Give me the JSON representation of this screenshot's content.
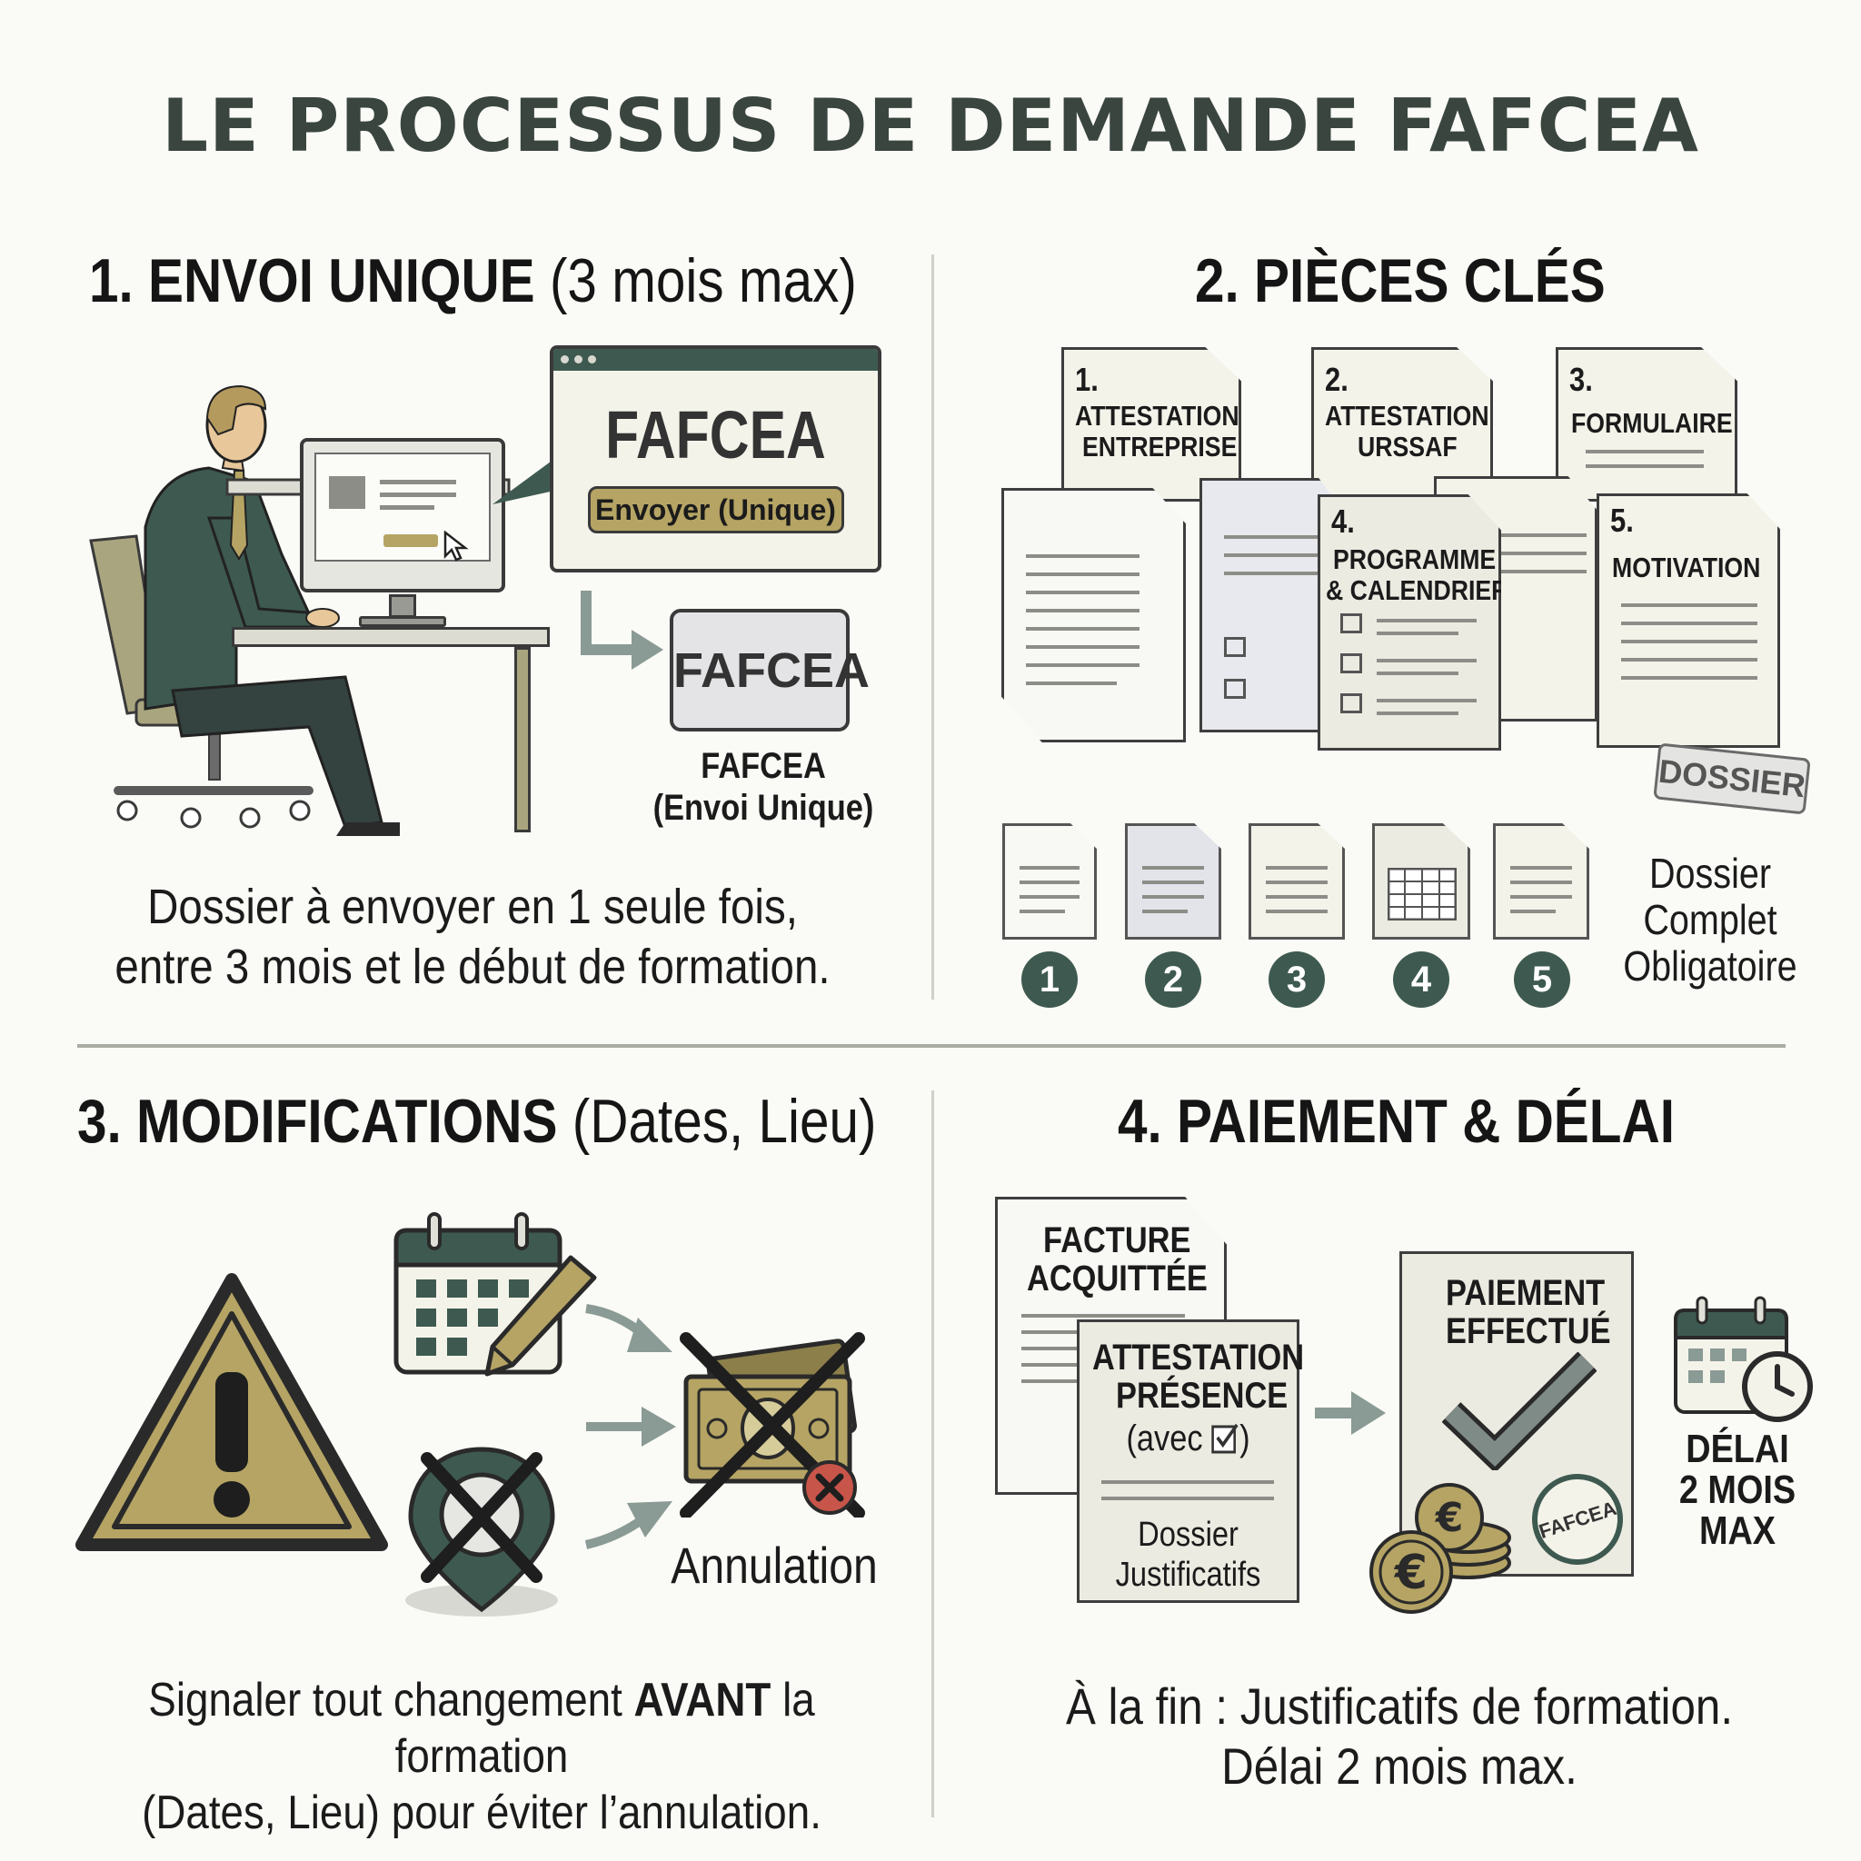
{
  "title": "LE PROCESSUS DE DEMANDE FAFCEA",
  "colors": {
    "dark_teal": "#3e5a50",
    "olive_gold": "#b5a464",
    "paper": "#f4f3ea",
    "background": "#fafaf6",
    "cancel_red": "#c8554a"
  },
  "section1": {
    "title_bold": "1. ENVOI UNIQUE",
    "title_light": "(3 mois max)",
    "window_title": "FAFCEA",
    "send_button": "Envoyer (Unique)",
    "target_box": "FAFCEA",
    "target_caption_line1": "FAFCEA",
    "target_caption_line2": "(Envoi Unique)",
    "description_line1": "Dossier à envoyer en 1 seule fois,",
    "description_line2": "entre 3 mois et le début de formation."
  },
  "section2": {
    "title": "2. PIÈCES CLÉS",
    "documents": [
      {
        "number": "1.",
        "label_line1": "ATTESTATION",
        "label_line2": "ENTREPRISE"
      },
      {
        "number": "2.",
        "label_line1": "ATTESTATION",
        "label_line2": "URSSAF"
      },
      {
        "number": "3.",
        "label_line1": "FORMULAIRE",
        "label_line2": ""
      },
      {
        "number": "4.",
        "label_line1": "PROGRAMME",
        "label_line2": "& CALENDRIER"
      },
      {
        "number": "5.",
        "label_line1": "MOTIVATION",
        "label_line2": ""
      }
    ],
    "stamp": "DOSSIER",
    "step_numbers": [
      "1",
      "2",
      "3",
      "4",
      "5"
    ],
    "summary_line1": "Dossier",
    "summary_line2": "Complet",
    "summary_line3": "Obligatoire"
  },
  "section3": {
    "title_bold": "3. MODIFICATIONS",
    "title_light": "(Dates, Lieu)",
    "annulation_label": "Annulation",
    "description_part1": "Signaler tout changement ",
    "description_bold": "AVANT",
    "description_part2": " la formation",
    "description_line2": "(Dates, Lieu) pour éviter l’annulation."
  },
  "section4": {
    "title": "4. PAIEMENT & DÉLAI",
    "invoice_line1": "FACTURE",
    "invoice_line2": "ACQUITTÉE",
    "attestation_line1": "ATTESTATION",
    "attestation_line2": "PRÉSENCE",
    "attestation_line3_prefix": "(avec",
    "attestation_line3_suffix": ")",
    "attestation_footer_line1": "Dossier",
    "attestation_footer_line2": "Justificatifs",
    "payment_line1": "PAIEMENT",
    "payment_line2": "EFFECTUÉ",
    "seal": "FAFCEA",
    "delay_line1": "DÉLAI",
    "delay_line2": "2 MOIS",
    "delay_line3": "MAX",
    "description_line1": "À la fin : Justificatifs de formation.",
    "description_line2": "Délai 2 mois max."
  }
}
